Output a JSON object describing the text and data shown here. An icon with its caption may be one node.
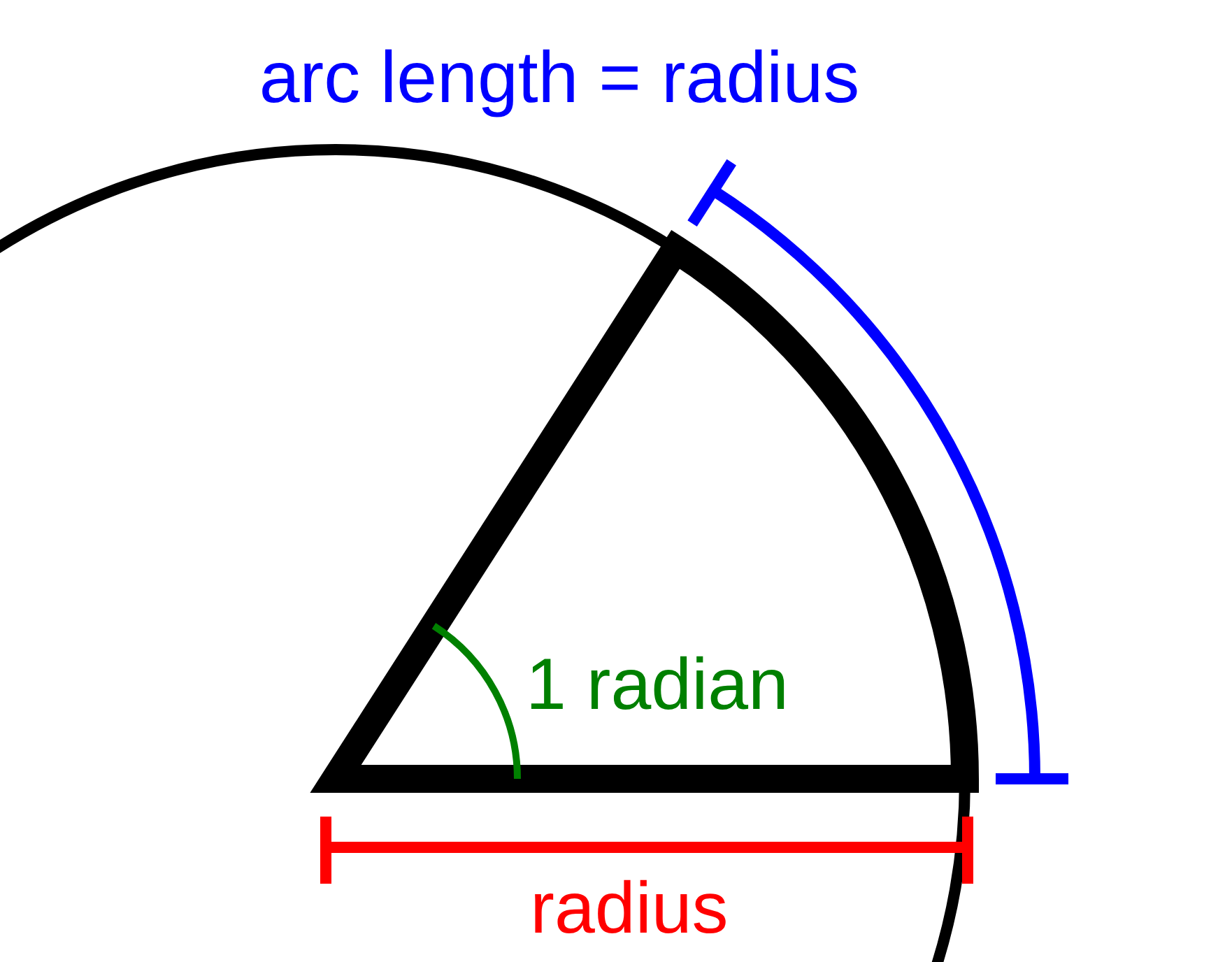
{
  "diagram": {
    "labels": [
      "arc length = radius",
      "1 radian",
      "radius"
    ]
  }
}
